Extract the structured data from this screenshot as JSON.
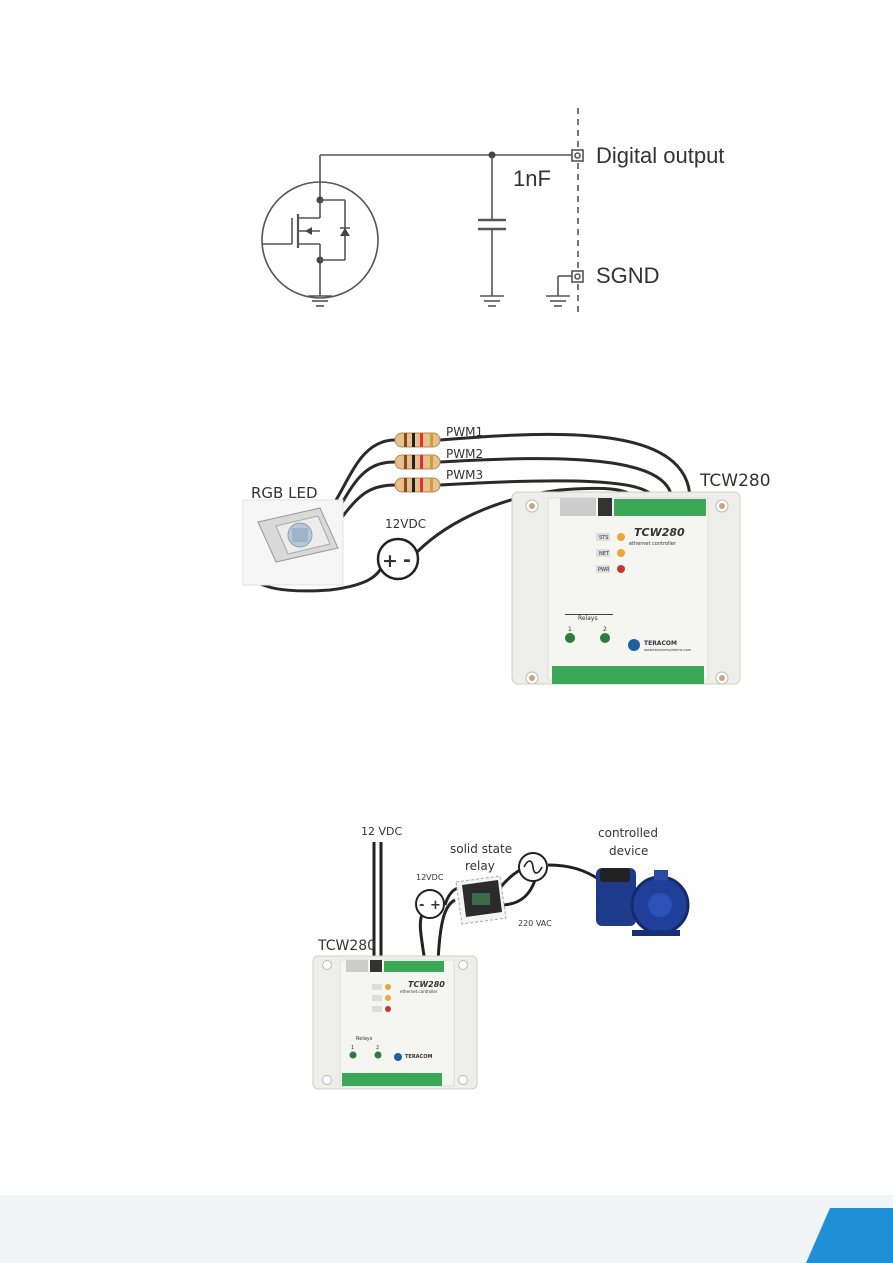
{
  "schematic": {
    "digital_output": "Digital output",
    "capacitor": "1nF",
    "sgnd": "SGND"
  },
  "pwm_diagram": {
    "rgb_led": "RGB LED",
    "pwm1": "PWM1",
    "pwm2": "PWM2",
    "pwm3": "PWM3",
    "supply": "12VDC",
    "plus": "+",
    "minus": "-",
    "device": "TCW280",
    "device_label": "TCW280",
    "device_sub": "ethernet controller",
    "led_sts": "STS",
    "led_net": "NET",
    "led_pwr": "PWR",
    "relays": "Relays",
    "relay1": "1",
    "relay2": "2",
    "brand": "TERACOM",
    "website": "www.teracomsystems.com"
  },
  "relay_diagram": {
    "supply_top": "12 VDC",
    "ssr_line1": "solid state",
    "ssr_line2": "relay",
    "ssr_supply": "12VDC",
    "minus": "-",
    "plus": "+",
    "ac": "220 VAC",
    "controlled_line1": "controlled",
    "controlled_line2": "device",
    "device": "TCW280",
    "device_label": "TCW280",
    "device_sub": "ethernet controller",
    "relays": "Relays",
    "relay1": "1",
    "relay2": "2",
    "brand": "TERACOM"
  },
  "colors": {
    "accent": "#1f8fd6",
    "terminal_green": "#3aa856",
    "wire": "#333333",
    "resistor": "#e7c08f"
  }
}
